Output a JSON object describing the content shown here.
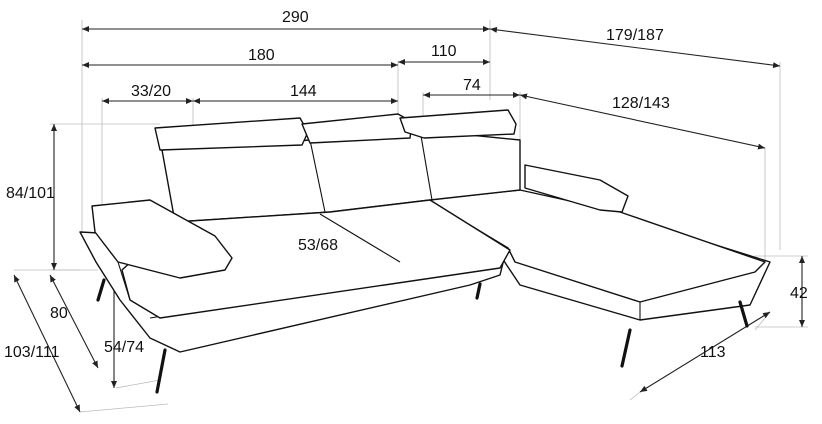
{
  "dimensions": {
    "total_width": "290",
    "chaise_depth": "179/187",
    "main_section": "180",
    "chaise_section": "110",
    "armrest": "33/20",
    "seat_width": "144",
    "chaise_top": "74",
    "chaise_length": "128/143",
    "height": "84/101",
    "seat_depth": "53/68",
    "seat_height": "42",
    "depth_80": "80",
    "depth_total": "103/111",
    "depth_seat": "54/74",
    "chaise_width": "113"
  }
}
